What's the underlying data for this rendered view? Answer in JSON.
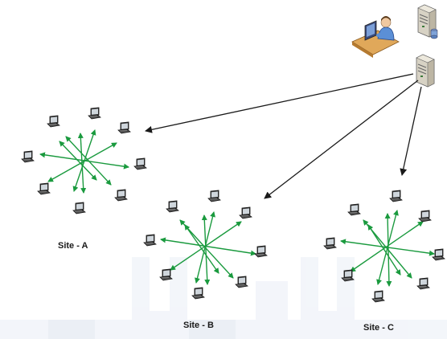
{
  "sites": [
    {
      "id": "a",
      "label": "Site - A"
    },
    {
      "id": "b",
      "label": "Site - B"
    },
    {
      "id": "c",
      "label": "Site - C"
    }
  ],
  "icons": {
    "client": "laptop-icon",
    "server": "server-icon",
    "database_server": "database-server-icon",
    "administrator": "administrator-workstation-icon"
  },
  "colors": {
    "mesh_links": "#1a9a3e",
    "server_links": "#1a1a1a",
    "watermark": "#e8eef6"
  }
}
